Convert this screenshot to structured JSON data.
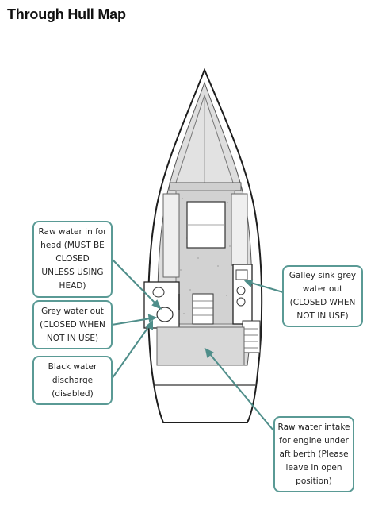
{
  "title": "Through Hull Map",
  "colors": {
    "callout_border": "#5a9a95",
    "leader_line": "#4f8e8a"
  },
  "callouts": [
    {
      "id": "raw-water-head",
      "lines": [
        "Raw water in for",
        "head (MUST BE",
        "CLOSED",
        "UNLESS USING",
        "HEAD)"
      ]
    },
    {
      "id": "grey-water-out",
      "lines": [
        "Grey water out",
        "(CLOSED WHEN",
        "NOT IN USE)"
      ]
    },
    {
      "id": "black-water",
      "lines": [
        "Black water",
        "discharge",
        "(disabled)"
      ]
    },
    {
      "id": "galley-sink",
      "lines": [
        "Galley sink grey",
        "water out",
        "(CLOSED WHEN",
        "NOT IN USE)"
      ]
    },
    {
      "id": "raw-water-engine",
      "lines": [
        "Raw water intake",
        "for engine under",
        "aft berth (Please",
        "leave in open",
        "position)"
      ]
    }
  ]
}
